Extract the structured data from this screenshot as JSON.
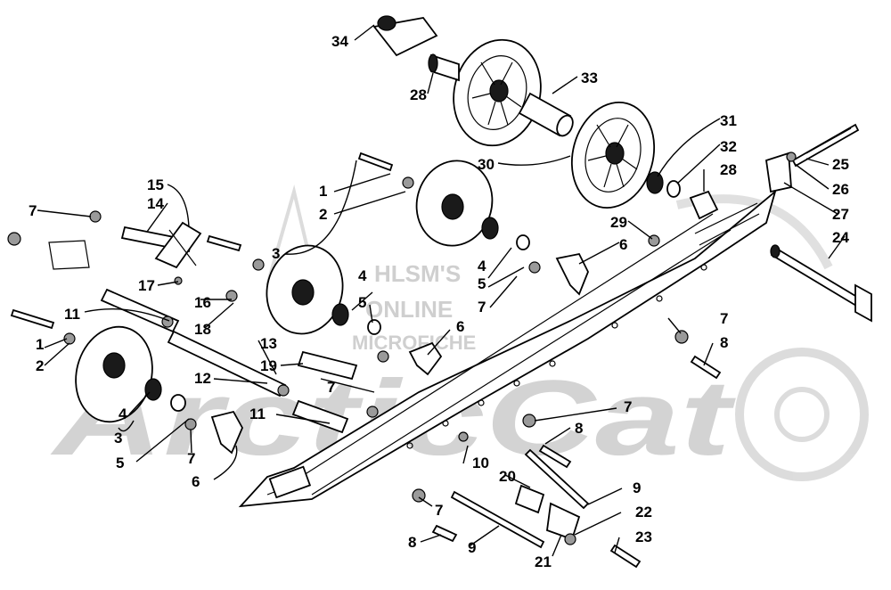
{
  "watermark": {
    "lines": [
      "HLSM'S",
      "ONLINE",
      "MICROFICHE"
    ],
    "logo_text": "ArcticCat"
  },
  "callouts": [
    {
      "id": "c34a",
      "text": "34"
    },
    {
      "id": "c33",
      "text": "33"
    },
    {
      "id": "c28a",
      "text": "28"
    },
    {
      "id": "c31",
      "text": "31"
    },
    {
      "id": "c32",
      "text": "32"
    },
    {
      "id": "c28b",
      "text": "28"
    },
    {
      "id": "c30",
      "text": "30"
    },
    {
      "id": "c25",
      "text": "25"
    },
    {
      "id": "c26",
      "text": "26"
    },
    {
      "id": "c29",
      "text": "29"
    },
    {
      "id": "c27",
      "text": "27"
    },
    {
      "id": "c24",
      "text": "24"
    },
    {
      "id": "c15",
      "text": "15"
    },
    {
      "id": "c14",
      "text": "14"
    },
    {
      "id": "c7a",
      "text": "7"
    },
    {
      "id": "c1a",
      "text": "1"
    },
    {
      "id": "c2a",
      "text": "2"
    },
    {
      "id": "c3a",
      "text": "3"
    },
    {
      "id": "c6a",
      "text": "6"
    },
    {
      "id": "c4a",
      "text": "4"
    },
    {
      "id": "c5a",
      "text": "5"
    },
    {
      "id": "c7b",
      "text": "7"
    },
    {
      "id": "c17",
      "text": "17"
    },
    {
      "id": "c16",
      "text": "16"
    },
    {
      "id": "c18",
      "text": "18"
    },
    {
      "id": "c11a",
      "text": "11"
    },
    {
      "id": "c4b",
      "text": "4"
    },
    {
      "id": "c5b",
      "text": "5"
    },
    {
      "id": "c6b",
      "text": "6"
    },
    {
      "id": "c7c",
      "text": "7"
    },
    {
      "id": "c8a",
      "text": "8"
    },
    {
      "id": "c1b",
      "text": "1"
    },
    {
      "id": "c2b",
      "text": "2"
    },
    {
      "id": "c13",
      "text": "13"
    },
    {
      "id": "c19",
      "text": "19"
    },
    {
      "id": "c12",
      "text": "12"
    },
    {
      "id": "c7d",
      "text": "7"
    },
    {
      "id": "c11b",
      "text": "11"
    },
    {
      "id": "c7e",
      "text": "7"
    },
    {
      "id": "c8b",
      "text": "8"
    },
    {
      "id": "c4c",
      "text": "4"
    },
    {
      "id": "c3b",
      "text": "3"
    },
    {
      "id": "c5c",
      "text": "5"
    },
    {
      "id": "c7f",
      "text": "7"
    },
    {
      "id": "c6c",
      "text": "6"
    },
    {
      "id": "c10",
      "text": "10"
    },
    {
      "id": "c20",
      "text": "20"
    },
    {
      "id": "c9a",
      "text": "9"
    },
    {
      "id": "c7g",
      "text": "7"
    },
    {
      "id": "c22",
      "text": "22"
    },
    {
      "id": "c23",
      "text": "23"
    },
    {
      "id": "c8c",
      "text": "8"
    },
    {
      "id": "c9b",
      "text": "9"
    },
    {
      "id": "c21",
      "text": "21"
    }
  ]
}
